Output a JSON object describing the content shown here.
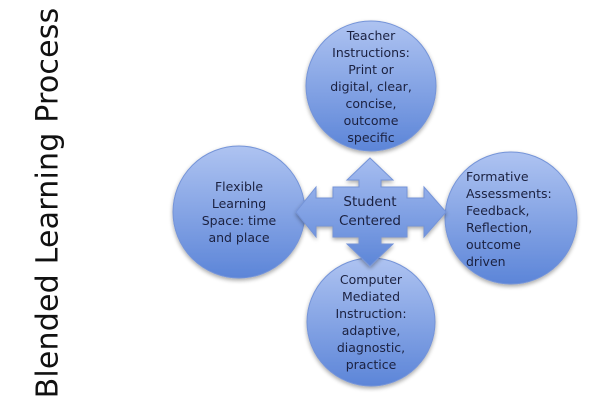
{
  "title": "Blended Learning Process",
  "colors": {
    "circle_fill_top": "#a9bff0",
    "circle_fill_bottom": "#5f87d9",
    "circle_stroke": "#6e8fd6",
    "arrow_fill": "#7d9be2",
    "text": "#1b2140"
  },
  "center": {
    "lines": [
      "Student",
      "Centered"
    ]
  },
  "nodes": {
    "top": {
      "lines": [
        "Teacher",
        "Instructions:",
        "Print or",
        "digital, clear,",
        "concise,",
        "outcome",
        "specific"
      ]
    },
    "left": {
      "lines": [
        "Flexible",
        "Learning",
        "Space: time",
        "and place"
      ]
    },
    "right": {
      "lines": [
        "Formative",
        "Assessments:",
        "Feedback,",
        "Reflection,",
        "outcome",
        "driven"
      ]
    },
    "bottom": {
      "lines": [
        "Computer",
        "Mediated",
        "Instruction:",
        "adaptive,",
        "diagnostic,",
        "practice"
      ]
    }
  }
}
